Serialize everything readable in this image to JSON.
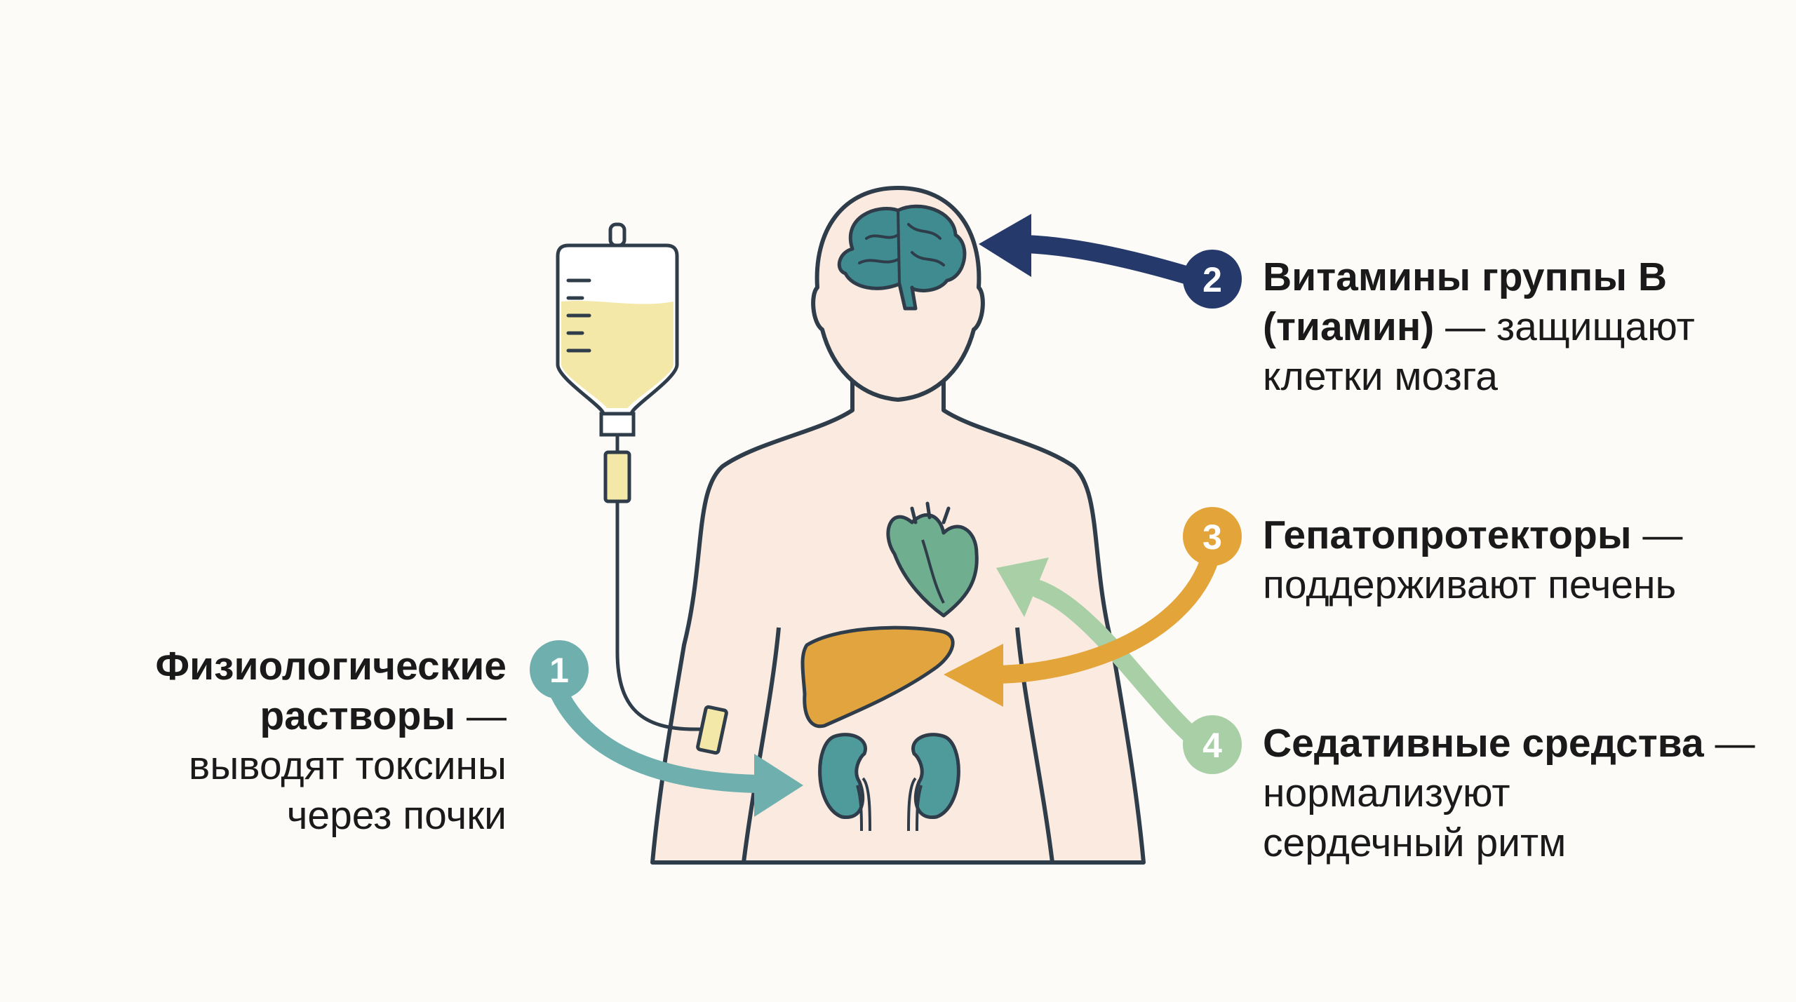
{
  "steps": [
    {
      "number": "1",
      "color": "#6fb0ae",
      "lines": [
        {
          "bold": "Физиологические",
          "rest": ""
        },
        {
          "bold": "растворы",
          "rest": " —"
        },
        {
          "bold": "",
          "rest": "выводят токсины"
        },
        {
          "bold": "",
          "rest": "через почки"
        }
      ]
    },
    {
      "number": "2",
      "color": "#25396b",
      "lines": [
        {
          "bold": "Витамины группы B",
          "rest": ""
        },
        {
          "bold": "(тиамин)",
          "rest": " — защищают"
        },
        {
          "bold": "",
          "rest": "клетки мозга"
        }
      ]
    },
    {
      "number": "3",
      "color": "#e3a43a",
      "lines": [
        {
          "bold": "Гепатопротекторы",
          "rest": " —"
        },
        {
          "bold": "",
          "rest": "поддерживают печень"
        }
      ]
    },
    {
      "number": "4",
      "color": "#a8cfa6",
      "lines": [
        {
          "bold": "Седативные средства",
          "rest": " —"
        },
        {
          "bold": "",
          "rest": "нормализуют"
        },
        {
          "bold": "",
          "rest": "сердечный ритм"
        }
      ]
    }
  ],
  "colors": {
    "body_fill": "#fbeae0",
    "outline": "#2f3c4a",
    "brain": "#3f8b90",
    "heart": "#6fae8e",
    "liver": "#e1a43f",
    "kidney": "#4f9a9a",
    "iv_fluid": "#f4e8a8"
  },
  "icons": [
    "brain-icon",
    "heart-icon",
    "liver-icon",
    "kidney-icon",
    "iv-bag-icon"
  ]
}
